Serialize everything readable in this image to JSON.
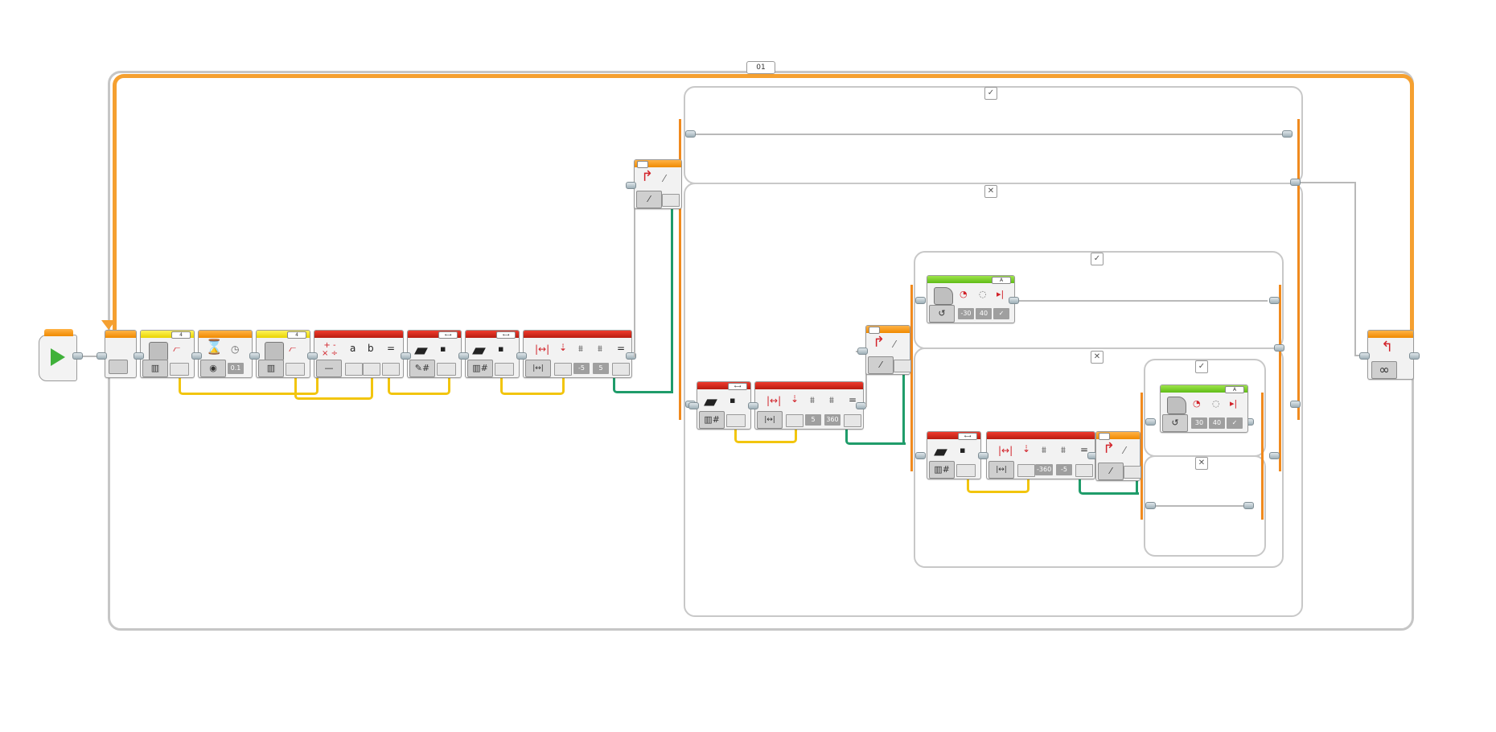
{
  "canvas": {
    "loop_name": "01",
    "switch_true_symbol": "✓",
    "switch_false_symbol": "✕",
    "colors": {
      "flow_orange": "#f08a1e",
      "action_green": "#6cc41f",
      "data_red": "#c8281c",
      "sensor_yellow": "#e9d400",
      "wire_yellow": "#f2c50e",
      "wire_green": "#1f9c6a",
      "frame_gray": "#c8c8c8"
    }
  },
  "blocks": {
    "start": {
      "icon": "play-icon"
    },
    "color_sensor_1": {
      "port": "4"
    },
    "color_sensor_2": {
      "port": "4"
    },
    "timer": {
      "value": "0.1"
    },
    "math": {
      "input_a": "a",
      "input_b": "b",
      "op_symbol": "=",
      "mode_symbol": "—"
    },
    "variable_write": {
      "tag": "⟷"
    },
    "variable_read_1": {
      "tag": "⟷"
    },
    "range_1": {
      "low": "-5",
      "high": "5",
      "op_symbol": "="
    },
    "switch_outer": {
      "mode_symbol": "⁄"
    },
    "variable_read_2": {
      "tag": "⟷"
    },
    "range_2": {
      "low": "5",
      "high": "360",
      "op_symbol": "="
    },
    "switch_mid": {
      "mode_symbol": "⁄"
    },
    "motor_top": {
      "port": "A",
      "speed": "-30",
      "degrees": "40",
      "brake": "✓"
    },
    "variable_read_3": {
      "tag": "⟷"
    },
    "range_3": {
      "low": "-360",
      "high": "-5",
      "op_symbol": "="
    },
    "switch_inner": {
      "mode_symbol": "⁄"
    },
    "motor_inner": {
      "port": "A",
      "speed": "30",
      "degrees": "40",
      "brake": "✓"
    },
    "loop_end": {
      "mode_symbol": "∞"
    }
  }
}
